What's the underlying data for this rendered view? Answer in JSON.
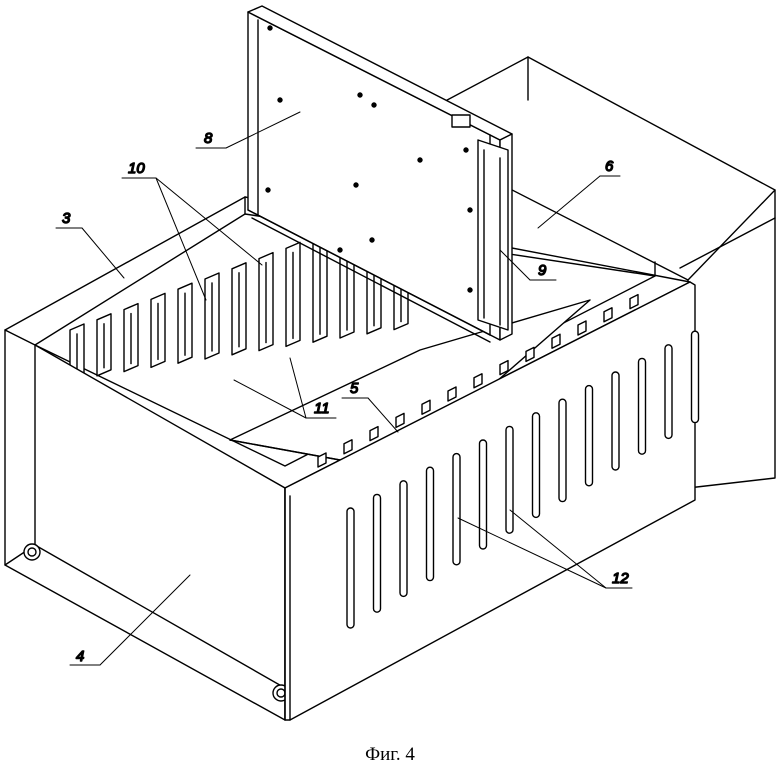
{
  "caption": "Фиг. 4",
  "callouts": {
    "c3": "3",
    "c4": "4",
    "c5": "5",
    "c6": "6",
    "c8": "8",
    "c9": "9",
    "c10": "10",
    "c11": "11",
    "c12": "12"
  }
}
